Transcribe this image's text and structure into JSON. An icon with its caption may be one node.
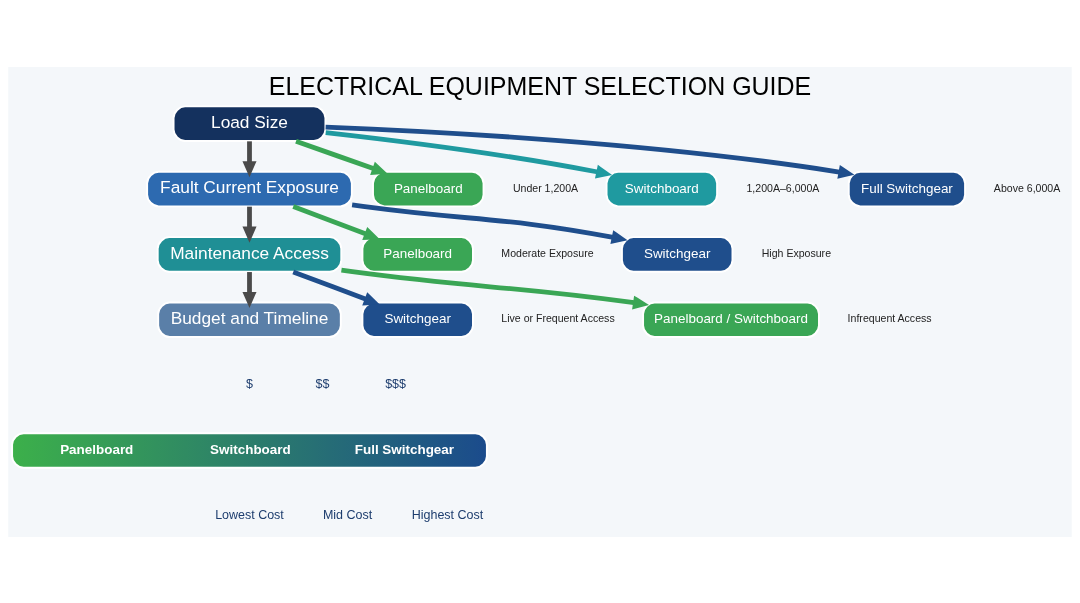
{
  "diagram": {
    "title": "ELECTRICAL EQUIPMENT SELECTION GUIDE",
    "nodes": [
      {
        "text": [
          "Load Size"
        ]
      },
      {
        "text": [
          "Fault Current Exposure"
        ]
      },
      {
        "text": [
          "Maintenance Access"
        ]
      },
      {
        "text": [
          "Budget and Timeline"
        ]
      },
      {
        "text": [
          "Panelboard"
        ],
        "beside": [
          "Under 1,200A"
        ]
      },
      {
        "text": [
          "Switchboard"
        ],
        "beside": [
          "1,200A–6,000A"
        ]
      },
      {
        "text": [
          "Full Switchgear"
        ],
        "beside": [
          "Above 6,000A"
        ]
      },
      {
        "text": [
          "Panelboard"
        ],
        "beside": [
          "Moderate Exposure"
        ]
      },
      {
        "text": [
          "Switchgear"
        ],
        "beside": [
          "High Exposure"
        ]
      },
      {
        "text": [
          "Switchgear"
        ],
        "beside": [
          "Live or Frequent Access"
        ]
      },
      {
        "text": [
          "Panelboard / Switchboard"
        ],
        "beside": [
          "Infrequent Access"
        ]
      },
      {
        "text": [
          "Panelboard",
          "Switchboard",
          "Full Switchgear"
        ]
      }
    ],
    "edges": [
      {
        "from": 0,
        "to": 4,
        "arrow": "to",
        "color": "#3aa655"
      },
      {
        "from": 0,
        "to": 5,
        "arrow": "to",
        "color": "#1f9aa0"
      },
      {
        "from": 0,
        "to": 6,
        "arrow": "to",
        "color": "#1f4e8c"
      },
      {
        "from": 0,
        "to": 1,
        "arrow": "to",
        "color": "#4a4a4a"
      },
      {
        "from": 1,
        "to": 7,
        "arrow": "to",
        "color": "#3aa655"
      },
      {
        "from": 1,
        "to": 8,
        "arrow": "to",
        "color": "#1f4e8c"
      },
      {
        "from": 1,
        "to": 2,
        "arrow": "to",
        "color": "#4a4a4a"
      },
      {
        "from": 2,
        "to": 9,
        "arrow": "to",
        "color": "#1f4e8c"
      },
      {
        "from": 2,
        "to": 10,
        "arrow": "to",
        "color": "#3aa655"
      },
      {
        "from": 2,
        "to": 3,
        "arrow": "to",
        "color": "#4a4a4a"
      }
    ],
    "labels": [
      "$",
      "$$",
      "$$$",
      "Lowest Cost",
      "Mid Cost",
      "Highest Cost"
    ]
  }
}
